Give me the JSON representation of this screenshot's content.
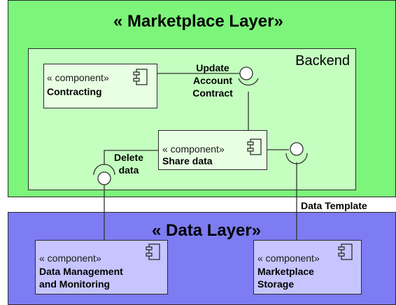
{
  "layers": {
    "marketplace": {
      "title": "« Marketplace Layer»",
      "color": "#7cf57a"
    },
    "data": {
      "title": "« Data Layer»",
      "color": "#7d7cf2"
    }
  },
  "backend": {
    "label": "Backend",
    "color": "#c4ffbf"
  },
  "components": {
    "contracting": {
      "stereotype": "« component»",
      "name_lines": [
        "Contracting"
      ]
    },
    "share_data": {
      "stereotype": "« component»",
      "name_lines": [
        "Share data"
      ]
    },
    "data_management": {
      "stereotype": "« component»",
      "name_lines": [
        "Data Management",
        "and Monitoring"
      ]
    },
    "marketplace_storage": {
      "stereotype": "« component»",
      "name_lines": [
        "Marketplace",
        "Storage"
      ]
    }
  },
  "connections": {
    "update_contract": {
      "label_lines": [
        "Update",
        "Account",
        "Contract"
      ]
    },
    "delete_data": {
      "label_lines": [
        "Delete",
        "data"
      ]
    },
    "data_template": {
      "label": "Data Template"
    }
  }
}
